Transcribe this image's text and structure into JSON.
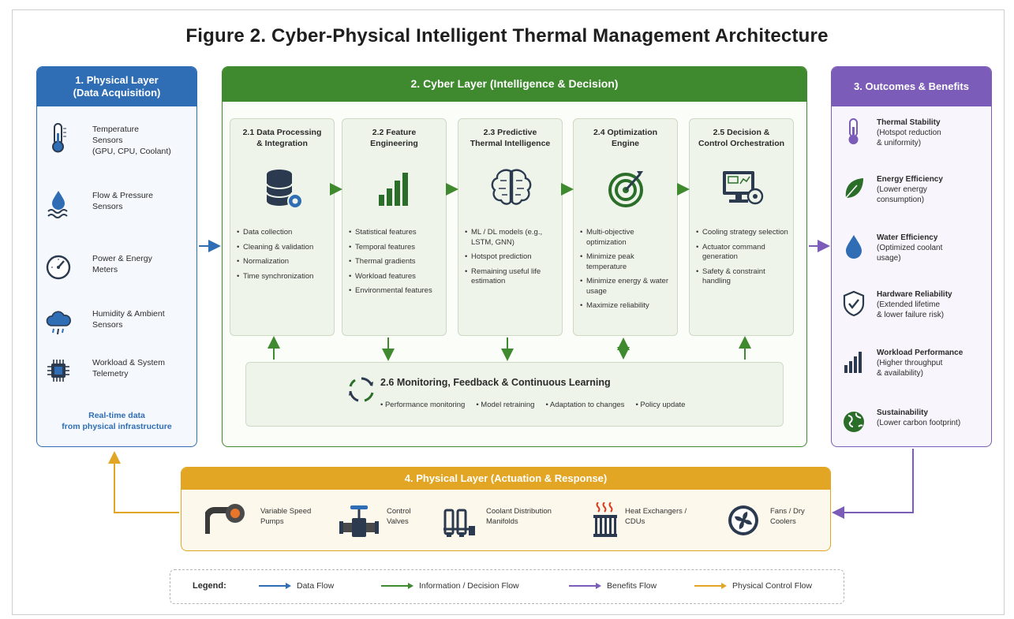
{
  "title": "Figure 2. Cyber-Physical Intelligent Thermal Management Architecture",
  "physical_input": {
    "header": [
      "1. Physical Layer",
      "(Data Acquisition)"
    ],
    "sensors": [
      {
        "icon": "thermometer-icon",
        "label": [
          "Temperature",
          "Sensors",
          "(GPU, CPU, Coolant)"
        ]
      },
      {
        "icon": "water-flow-icon",
        "label": [
          "Flow & Pressure",
          "Sensors"
        ]
      },
      {
        "icon": "gauge-icon",
        "label": [
          "Power & Energy",
          "Meters"
        ]
      },
      {
        "icon": "cloud-rain-icon",
        "label": [
          "Humidity & Ambient",
          "Sensors"
        ]
      },
      {
        "icon": "chip-icon",
        "label": [
          "Workload & System",
          "Telemetry"
        ]
      }
    ],
    "footer": [
      "Real-time data",
      "from physical infrastructure"
    ]
  },
  "cyber": {
    "header": "2. Cyber Layer (Intelligence & Decision)",
    "modules": [
      {
        "title": [
          "2.1 Data Processing",
          "& Integration"
        ],
        "icon": "database-gear-icon",
        "bullets": [
          "Data collection",
          "Cleaning & validation",
          "Normalization",
          "Time synchronization"
        ]
      },
      {
        "title": [
          "2.2 Feature",
          "Engineering"
        ],
        "icon": "bar-chart-icon",
        "bullets": [
          "Statistical features",
          "Temporal features",
          "Thermal gradients",
          "Workload features",
          "Environmental features"
        ]
      },
      {
        "title": [
          "2.3 Predictive",
          "Thermal Intelligence"
        ],
        "icon": "brain-icon",
        "bullets": [
          "ML / DL models (e.g., LSTM, GNN)",
          "Hotspot prediction",
          "Remaining useful life estimation"
        ]
      },
      {
        "title": [
          "2.4 Optimization",
          "Engine"
        ],
        "icon": "target-icon",
        "bullets": [
          "Multi-objective optimization",
          "Minimize peak temperature",
          "Minimize energy & water usage",
          "Maximize reliability"
        ]
      },
      {
        "title": [
          "2.5 Decision &",
          "Control Orchestration"
        ],
        "icon": "monitor-gear-icon",
        "bullets": [
          "Cooling strategy selection",
          "Actuator command generation",
          "Safety & constraint handling"
        ]
      }
    ],
    "monitoring": {
      "title": "2.6 Monitoring, Feedback & Continuous Learning",
      "items": [
        "• Performance monitoring",
        "• Model retraining",
        "• Adaptation to changes",
        "• Policy update"
      ]
    }
  },
  "outcomes": {
    "header": "3. Outcomes & Benefits",
    "items": [
      {
        "icon": "thermometer-icon",
        "title": "Thermal Stability",
        "desc": [
          "(Hotspot reduction",
          "& uniformity)"
        ]
      },
      {
        "icon": "leaf-icon",
        "title": "Energy Efficiency",
        "desc": [
          "(Lower energy",
          "consumption)"
        ]
      },
      {
        "icon": "water-drop-icon",
        "title": "Water Efficiency",
        "desc": [
          "(Optimized coolant",
          "usage)"
        ]
      },
      {
        "icon": "shield-check-icon",
        "title": "Hardware Reliability",
        "desc": [
          "(Extended lifetime",
          "& lower failure risk)"
        ]
      },
      {
        "icon": "bar-chart-icon",
        "title": "Workload Performance",
        "desc": [
          "(Higher throughput",
          "& availability)"
        ]
      },
      {
        "icon": "globe-icon",
        "title": "Sustainability",
        "desc": [
          "(Lower carbon footprint)"
        ]
      }
    ]
  },
  "actuation": {
    "header": "4. Physical Layer (Actuation & Response)",
    "items": [
      {
        "icon": "pump-icon",
        "label": [
          "Variable Speed",
          "Pumps"
        ]
      },
      {
        "icon": "valve-icon",
        "label": [
          "Control",
          "Valves"
        ]
      },
      {
        "icon": "manifold-icon",
        "label": [
          "Coolant Distribution",
          "Manifolds"
        ]
      },
      {
        "icon": "heat-exchanger-icon",
        "label": [
          "Heat Exchangers /",
          "CDUs"
        ]
      },
      {
        "icon": "fan-icon",
        "label": [
          "Fans / Dry",
          "Coolers"
        ]
      }
    ]
  },
  "legend": {
    "title": "Legend:",
    "items": [
      {
        "label": "Data Flow",
        "color": "#2f6db5"
      },
      {
        "label": "Information / Decision Flow",
        "color": "#3f8a2f"
      },
      {
        "label": "Benefits Flow",
        "color": "#7b5cb8"
      },
      {
        "label": "Physical Control Flow",
        "color": "#e2a624"
      }
    ]
  },
  "colors": {
    "blue": "#2f6db5",
    "green": "#3f8a2f",
    "purple": "#7b5cb8",
    "orange": "#e2a624"
  }
}
